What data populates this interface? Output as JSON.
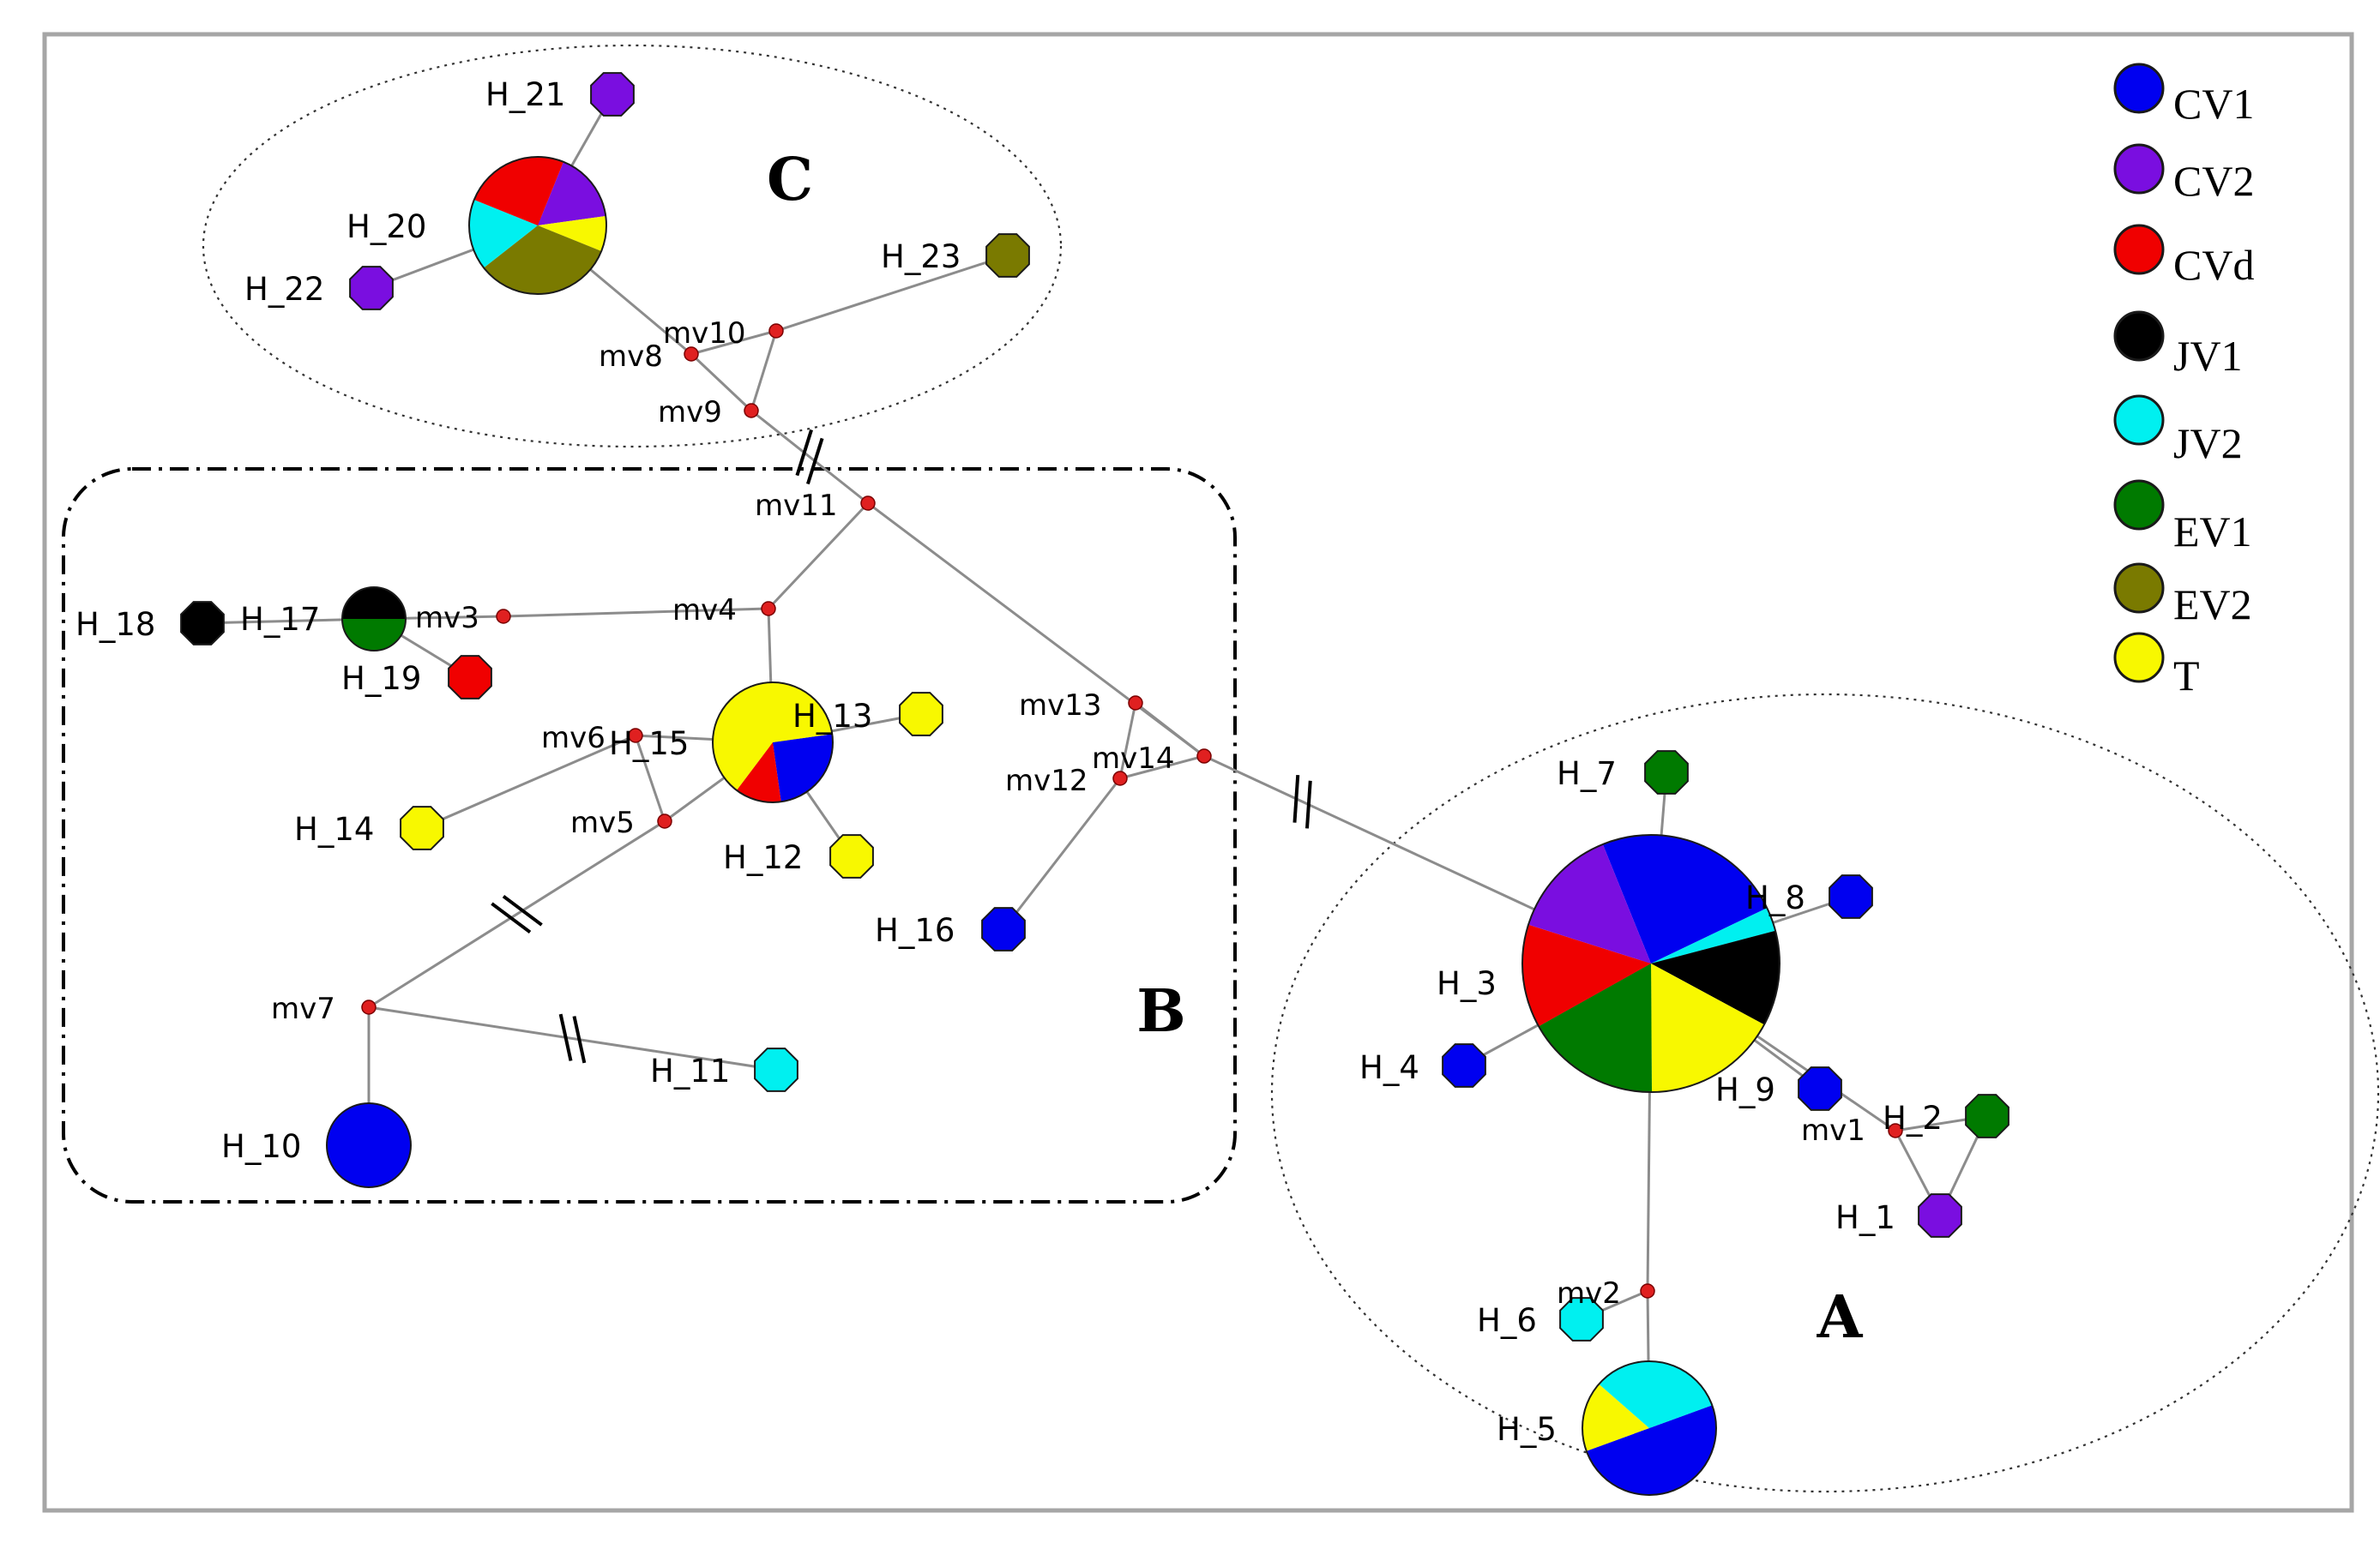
{
  "colors": {
    "CV1": "#0000f0",
    "CV2": "#7a0ee0",
    "CVd": "#f00000",
    "JV1": "#000000",
    "JV2": "#00f0f0",
    "EV1": "#007a00",
    "EV2": "#7a7a00",
    "T": "#f8f800"
  },
  "legend": [
    {
      "key": "CV1",
      "label": "CV1"
    },
    {
      "key": "CV2",
      "label": "CV2"
    },
    {
      "key": "CVd",
      "label": "CVd"
    },
    {
      "key": "JV1",
      "label": "JV1"
    },
    {
      "key": "JV2",
      "label": "JV2"
    },
    {
      "key": "EV1",
      "label": "EV1"
    },
    {
      "key": "EV2",
      "label": "EV2"
    },
    {
      "key": "T",
      "label": "T"
    }
  ],
  "groups": [
    {
      "id": "A",
      "label": "A"
    },
    {
      "id": "B",
      "label": "B"
    },
    {
      "id": "C",
      "label": "C"
    }
  ],
  "haplotypes": [
    {
      "id": "H_1",
      "label": "H_1",
      "composition": [
        [
          "CV2",
          1
        ]
      ]
    },
    {
      "id": "H_2",
      "label": "H_2",
      "composition": [
        [
          "EV1",
          1
        ]
      ]
    },
    {
      "id": "H_3",
      "label": "H_3",
      "composition": [
        [
          "CV1",
          0.24
        ],
        [
          "JV2",
          0.03
        ],
        [
          "JV1",
          0.12
        ],
        [
          "T",
          0.17
        ],
        [
          "EV1",
          0.17
        ],
        [
          "CVd",
          0.13
        ],
        [
          "CV2",
          0.14
        ]
      ]
    },
    {
      "id": "H_4",
      "label": "H_4",
      "composition": [
        [
          "CV1",
          1
        ]
      ]
    },
    {
      "id": "H_5",
      "label": "H_5",
      "composition": [
        [
          "CV1",
          0.5
        ],
        [
          "T",
          0.17
        ],
        [
          "JV2",
          0.33
        ]
      ]
    },
    {
      "id": "H_6",
      "label": "H_6",
      "composition": [
        [
          "JV2",
          1
        ]
      ]
    },
    {
      "id": "H_7",
      "label": "H_7",
      "composition": [
        [
          "EV1",
          1
        ]
      ]
    },
    {
      "id": "H_8",
      "label": "H_8",
      "composition": [
        [
          "CV1",
          1
        ]
      ]
    },
    {
      "id": "H_9",
      "label": "H_9",
      "composition": [
        [
          "CV1",
          1
        ]
      ]
    },
    {
      "id": "H_10",
      "label": "H_10",
      "composition": [
        [
          "CV1",
          1
        ]
      ]
    },
    {
      "id": "H_11",
      "label": "H_11",
      "composition": [
        [
          "JV2",
          1
        ]
      ]
    },
    {
      "id": "H_12",
      "label": "H_12",
      "composition": [
        [
          "T",
          1
        ]
      ]
    },
    {
      "id": "H_13",
      "label": "H_13",
      "composition": [
        [
          "T",
          1
        ]
      ]
    },
    {
      "id": "H_14",
      "label": "H_14",
      "composition": [
        [
          "T",
          1
        ]
      ]
    },
    {
      "id": "H_15",
      "label": "H_15",
      "composition": [
        [
          "CV1",
          0.25
        ],
        [
          "CVd",
          0.125
        ],
        [
          "T",
          0.625
        ]
      ]
    },
    {
      "id": "H_16",
      "label": "H_16",
      "composition": [
        [
          "CV1",
          1
        ]
      ]
    },
    {
      "id": "H_17",
      "label": "H_17",
      "composition": [
        [
          "EV1",
          0.5
        ],
        [
          "JV1",
          0.5
        ]
      ]
    },
    {
      "id": "H_18",
      "label": "H_18",
      "composition": [
        [
          "JV1",
          1
        ]
      ]
    },
    {
      "id": "H_19",
      "label": "H_19",
      "composition": [
        [
          "CVd",
          1
        ]
      ]
    },
    {
      "id": "H_20",
      "label": "H_20",
      "composition": [
        [
          "CV2",
          0.167
        ],
        [
          "T",
          0.083
        ],
        [
          "EV2",
          0.333
        ],
        [
          "JV2",
          0.167
        ],
        [
          "CVd",
          0.25
        ]
      ]
    },
    {
      "id": "H_21",
      "label": "H_21",
      "composition": [
        [
          "CV2",
          1
        ]
      ]
    },
    {
      "id": "H_22",
      "label": "H_22",
      "composition": [
        [
          "CV2",
          1
        ]
      ]
    },
    {
      "id": "H_23",
      "label": "H_23",
      "composition": [
        [
          "EV2",
          1
        ]
      ]
    }
  ],
  "median_vectors": [
    {
      "id": "mv1",
      "label": "mv1"
    },
    {
      "id": "mv2",
      "label": "mv2"
    },
    {
      "id": "mv3",
      "label": "mv3"
    },
    {
      "id": "mv4",
      "label": "mv4"
    },
    {
      "id": "mv5",
      "label": "mv5"
    },
    {
      "id": "mv6",
      "label": "mv6"
    },
    {
      "id": "mv7",
      "label": "mv7"
    },
    {
      "id": "mv8",
      "label": "mv8"
    },
    {
      "id": "mv9",
      "label": "mv9"
    },
    {
      "id": "mv10",
      "label": "mv10"
    },
    {
      "id": "mv11",
      "label": "mv11"
    },
    {
      "id": "mv12",
      "label": "mv12"
    },
    {
      "id": "mv13",
      "label": "mv13"
    },
    {
      "id": "mv14",
      "label": "mv14"
    }
  ],
  "edges": [
    [
      "H_21",
      "H_20"
    ],
    [
      "H_22",
      "H_20"
    ],
    [
      "H_20",
      "mv8"
    ],
    [
      "mv8",
      "mv10"
    ],
    [
      "mv10",
      "H_23"
    ],
    [
      "mv10",
      "mv9"
    ],
    [
      "mv8",
      "mv9"
    ],
    [
      "mv9",
      "mv11"
    ],
    [
      "mv11",
      "mv4"
    ],
    [
      "mv11",
      "mv14"
    ],
    [
      "mv4",
      "mv3"
    ],
    [
      "mv3",
      "H_17"
    ],
    [
      "H_17",
      "H_18"
    ],
    [
      "H_17",
      "H_19"
    ],
    [
      "mv4",
      "H_15"
    ],
    [
      "H_15",
      "H_13"
    ],
    [
      "H_15",
      "H_12"
    ],
    [
      "H_15",
      "mv6"
    ],
    [
      "mv6",
      "H_14"
    ],
    [
      "mv6",
      "mv5"
    ],
    [
      "H_15",
      "mv5"
    ],
    [
      "mv5",
      "mv7"
    ],
    [
      "mv7",
      "H_10"
    ],
    [
      "mv7",
      "H_11"
    ],
    [
      "mv13",
      "mv14"
    ],
    [
      "mv13",
      "mv12"
    ],
    [
      "mv12",
      "mv14"
    ],
    [
      "mv12",
      "H_16"
    ],
    [
      "mv14",
      "H_3"
    ],
    [
      "H_3",
      "H_7"
    ],
    [
      "H_3",
      "H_8"
    ],
    [
      "H_3",
      "H_4"
    ],
    [
      "H_3",
      "H_9"
    ],
    [
      "H_3",
      "mv1"
    ],
    [
      "mv1",
      "H_2"
    ],
    [
      "mv1",
      "H_1"
    ],
    [
      "H_2",
      "H_1"
    ],
    [
      "H_3",
      "mv2"
    ],
    [
      "mv2",
      "H_6"
    ],
    [
      "mv2",
      "H_5"
    ]
  ]
}
